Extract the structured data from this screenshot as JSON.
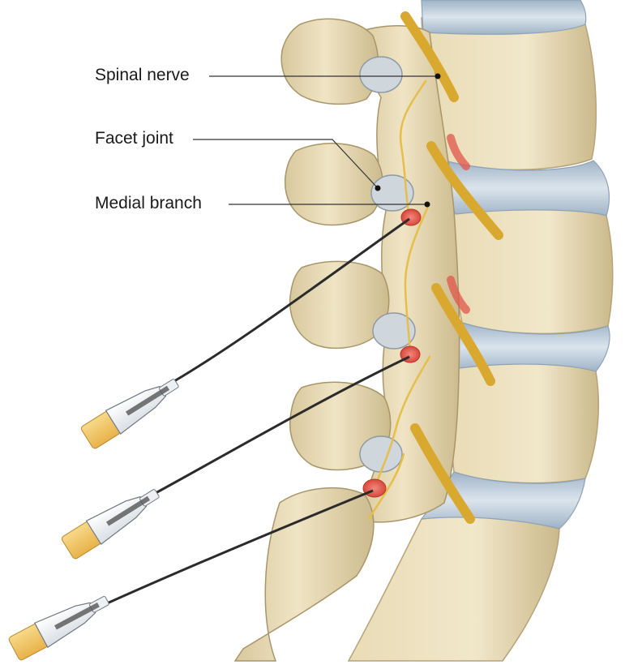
{
  "labels": {
    "spinal_nerve": "Spinal nerve",
    "facet_joint": "Facet joint",
    "medial_branch": "Medial branch"
  },
  "colors": {
    "bone": "#e9dcb8",
    "bone_shade": "#c9b88c",
    "bone_dark": "#a8966a",
    "disc": "#b9c8d6",
    "disc_light": "#dbe4ec",
    "nerve": "#e0b43a",
    "nerve_light": "#f1cf62",
    "ablation": "#e0564a",
    "cannula_hub": "#f2c96a",
    "cannula_body": "#f3f5f7",
    "wire": "#2b2b2b",
    "leader": "#333333"
  },
  "devices": [
    {
      "name": "needle-1"
    },
    {
      "name": "needle-2"
    },
    {
      "name": "needle-3"
    }
  ]
}
